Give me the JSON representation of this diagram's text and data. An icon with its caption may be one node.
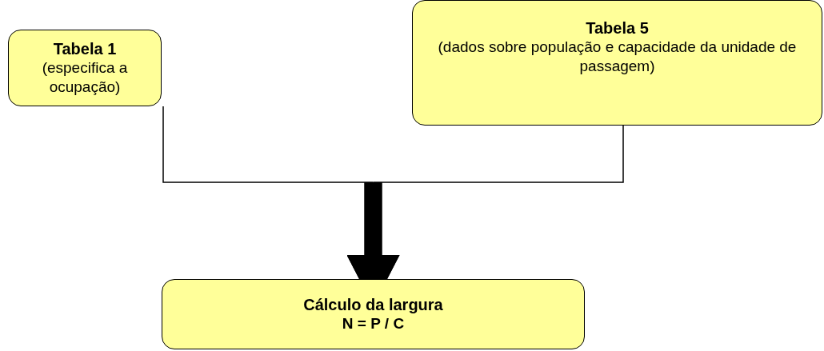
{
  "diagram": {
    "nodes": [
      {
        "text": [
          "Tabela 1",
          "(especifica a ocupação)"
        ]
      },
      {
        "text": [
          "Tabela 5",
          "(dados sobre população e capacidade da unidade de passagem)"
        ]
      },
      {
        "text": [
          "Cálculo da largura",
          "N = P / C"
        ]
      }
    ],
    "edges": [
      {
        "from": 0,
        "to": 2,
        "arrow": "to"
      },
      {
        "from": 1,
        "to": 2,
        "arrow": "to"
      }
    ]
  }
}
